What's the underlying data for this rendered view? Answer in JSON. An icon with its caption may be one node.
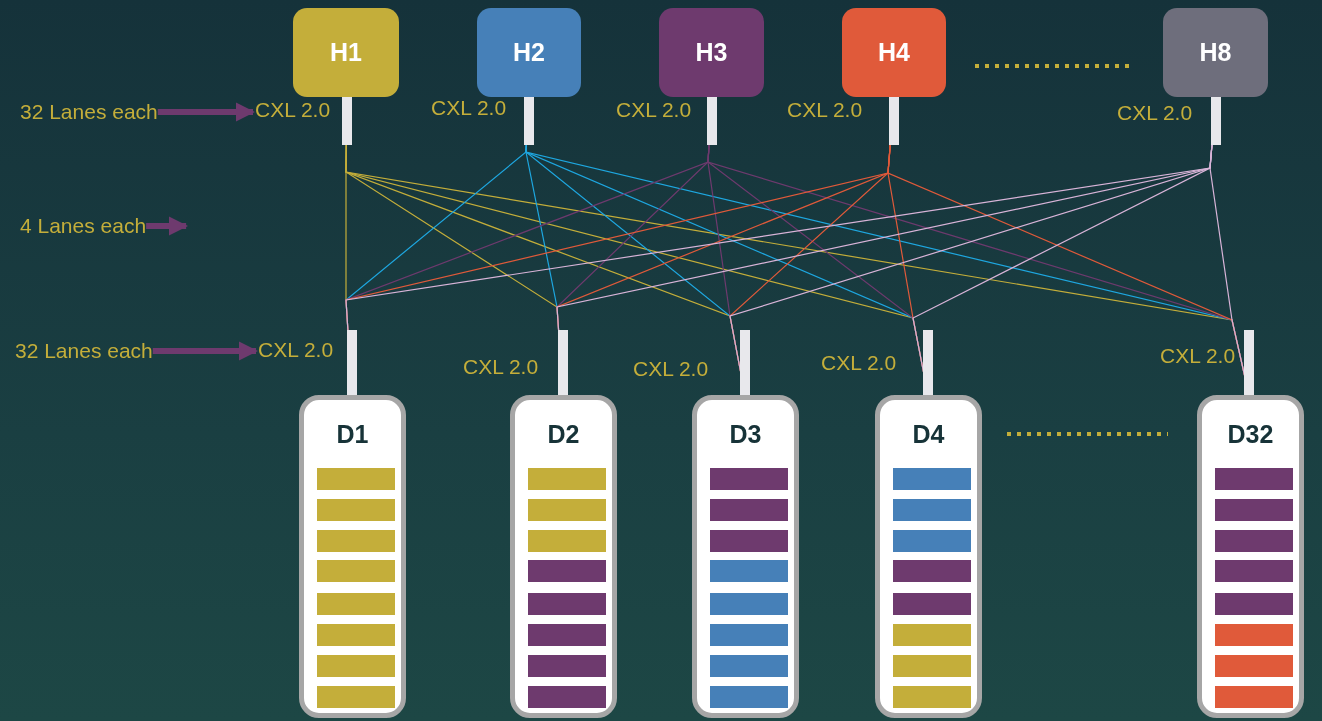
{
  "diagram": {
    "nodes": [
      {
        "text": [
          "H1"
        ]
      },
      {
        "text": [
          "H2"
        ],
        "beside": [
          "CXL 2.0"
        ]
      },
      {
        "text": [
          "H3"
        ],
        "beside": [
          "CXL 2.0"
        ]
      },
      {
        "text": [
          "H4"
        ],
        "beside": [
          "CXL 2.0"
        ]
      },
      {
        "text": [
          "H8"
        ],
        "beside": [
          "CXL 2.0"
        ]
      },
      {
        "text": [
          "D1"
        ]
      },
      {
        "text": [
          "D2"
        ],
        "beside": [
          "CXL 2.0"
        ]
      },
      {
        "text": [
          "D3"
        ],
        "beside": [
          "CXL 2.0"
        ]
      },
      {
        "text": [
          "D4"
        ],
        "beside": [
          "CXL 2.0"
        ]
      },
      {
        "text": [
          "D32"
        ],
        "beside": [
          "CXL 2.0"
        ]
      },
      {
        "text": [
          "32 Lanes each"
        ]
      },
      {
        "text": [
          "CXL 2.0"
        ]
      },
      {
        "text": [
          "4 Lanes each"
        ]
      },
      {
        "text": [
          "32 Lanes each"
        ]
      },
      {
        "text": [
          "CXL 2.0"
        ]
      }
    ],
    "edges": [
      {
        "from": 0,
        "to": 5,
        "arrow": "none",
        "color": "#c4ae3a"
      },
      {
        "from": 0,
        "to": 6,
        "arrow": "none",
        "color": "#c4ae3a"
      },
      {
        "from": 0,
        "to": 7,
        "arrow": "none",
        "color": "#c4ae3a"
      },
      {
        "from": 0,
        "to": 8,
        "arrow": "none",
        "color": "#c4ae3a"
      },
      {
        "from": 0,
        "to": 9,
        "arrow": "none",
        "color": "#c4ae3a"
      },
      {
        "from": 1,
        "to": 5,
        "arrow": "none",
        "color": "#1ea7e0"
      },
      {
        "from": 1,
        "to": 6,
        "arrow": "none",
        "color": "#1ea7e0"
      },
      {
        "from": 1,
        "to": 7,
        "arrow": "none",
        "color": "#1ea7e0"
      },
      {
        "from": 1,
        "to": 8,
        "arrow": "none",
        "color": "#1ea7e0"
      },
      {
        "from": 1,
        "to": 9,
        "arrow": "none",
        "color": "#1ea7e0"
      },
      {
        "from": 2,
        "to": 5,
        "arrow": "none",
        "color": "#6e3a6e"
      },
      {
        "from": 2,
        "to": 6,
        "arrow": "none",
        "color": "#6e3a6e"
      },
      {
        "from": 2,
        "to": 7,
        "arrow": "none",
        "color": "#6e3a6e"
      },
      {
        "from": 2,
        "to": 8,
        "arrow": "none",
        "color": "#6e3a6e"
      },
      {
        "from": 2,
        "to": 9,
        "arrow": "none",
        "color": "#6e3a6e"
      },
      {
        "from": 3,
        "to": 5,
        "arrow": "none",
        "color": "#e05a3a"
      },
      {
        "from": 3,
        "to": 6,
        "arrow": "none",
        "color": "#e05a3a"
      },
      {
        "from": 3,
        "to": 7,
        "arrow": "none",
        "color": "#e05a3a"
      },
      {
        "from": 3,
        "to": 8,
        "arrow": "none",
        "color": "#e05a3a"
      },
      {
        "from": 3,
        "to": 9,
        "arrow": "none",
        "color": "#e05a3a"
      },
      {
        "from": 4,
        "to": 5,
        "arrow": "none",
        "color": "#d8b4d8"
      },
      {
        "from": 4,
        "to": 6,
        "arrow": "none",
        "color": "#d8b4d8"
      },
      {
        "from": 4,
        "to": 7,
        "arrow": "none",
        "color": "#d8b4d8"
      },
      {
        "from": 4,
        "to": 8,
        "arrow": "none",
        "color": "#d8b4d8"
      },
      {
        "from": 4,
        "to": 9,
        "arrow": "none",
        "color": "#d8b4d8"
      },
      {
        "from": 10,
        "to": 11,
        "arrow": "to",
        "style": "thick",
        "color": "#6e3a6e"
      },
      {
        "from": 12,
        "to": null,
        "arrow": "to",
        "style": "thick",
        "color": "#6e3a6e"
      },
      {
        "from": 13,
        "to": 14,
        "arrow": "to",
        "style": "thick",
        "color": "#6e3a6e"
      }
    ]
  }
}
